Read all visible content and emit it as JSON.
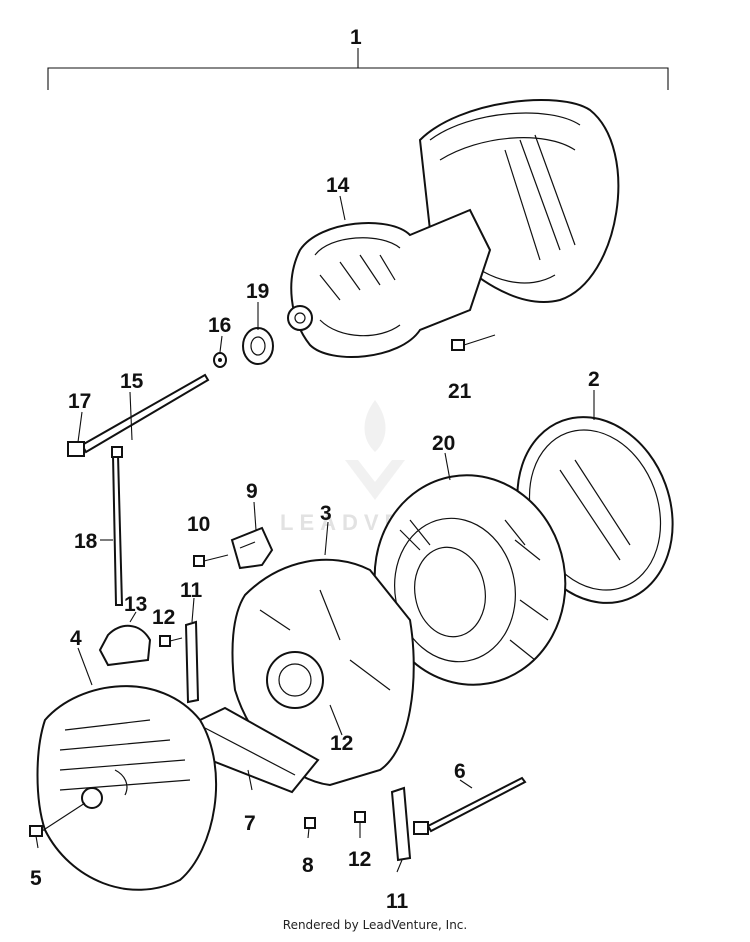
{
  "diagram": {
    "callouts": {
      "c1": "1",
      "c2": "2",
      "c3": "3",
      "c4": "4",
      "c5": "5",
      "c6": "6",
      "c7": "7",
      "c8": "8",
      "c9": "9",
      "c10": "10",
      "c11a": "11",
      "c11b": "11",
      "c12a": "12",
      "c12b": "12",
      "c12c": "12",
      "c13": "13",
      "c14": "14",
      "c15": "15",
      "c16": "16",
      "c17": "17",
      "c18": "18",
      "c19": "19",
      "c20": "20",
      "c21": "21"
    },
    "watermark": "LEADVENTURE"
  },
  "footer": {
    "credit": "Rendered by LeadVenture, Inc."
  }
}
